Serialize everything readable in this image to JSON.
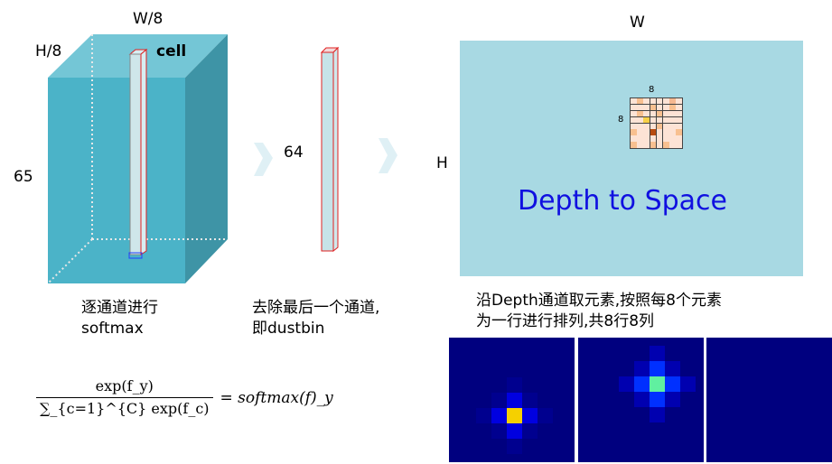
{
  "cube": {
    "width_label": "W/8",
    "height_label": "H/8",
    "depth_label": "65",
    "cell_label": "cell",
    "caption_line1": "逐通道进行",
    "caption_line2": "softmax"
  },
  "column": {
    "depth_label": "64",
    "caption_line1": "去除最后一个通道,",
    "caption_line2": "即dustbin"
  },
  "output": {
    "width_label": "W",
    "height_label": "H",
    "title": "Depth to Space",
    "grid_row_label": "8",
    "grid_col_label": "8",
    "caption_line1": "沿Depth通道取元素,按照每8个元素",
    "caption_line2": "为一行进行排列,共8行8列"
  },
  "formula": {
    "numerator": "exp(f_y)",
    "denominator": "∑_{c=1}^{C} exp(f_c)",
    "rhs": "= softmax(f)_y"
  },
  "colors": {
    "cube_front": "#4bb3c8",
    "cube_top": "#74c6d6",
    "cube_side": "#3e94a6",
    "space_bg": "#a8d9e3",
    "title": "#1010e0",
    "heat_bg": "#00007f"
  },
  "grid_levels": [
    [
      0,
      1,
      0,
      0,
      0,
      0,
      2,
      0
    ],
    [
      0,
      0,
      0,
      1,
      0,
      0,
      1,
      0
    ],
    [
      0,
      1,
      0,
      0,
      1,
      0,
      0,
      0
    ],
    [
      0,
      0,
      3,
      0,
      0,
      0,
      0,
      0
    ],
    [
      0,
      0,
      0,
      0,
      1,
      0,
      0,
      0
    ],
    [
      1,
      0,
      0,
      4,
      0,
      0,
      0,
      1
    ],
    [
      0,
      0,
      0,
      0,
      0,
      0,
      0,
      0
    ],
    [
      1,
      0,
      0,
      1,
      0,
      1,
      0,
      0
    ]
  ],
  "heatmaps": [
    {
      "center": "#f5d000",
      "arm": "#0000e0",
      "diag": "#00008f"
    },
    {
      "center": "#60f0a0",
      "arm": "#0030ff",
      "diag": "#0000b0"
    },
    null
  ]
}
